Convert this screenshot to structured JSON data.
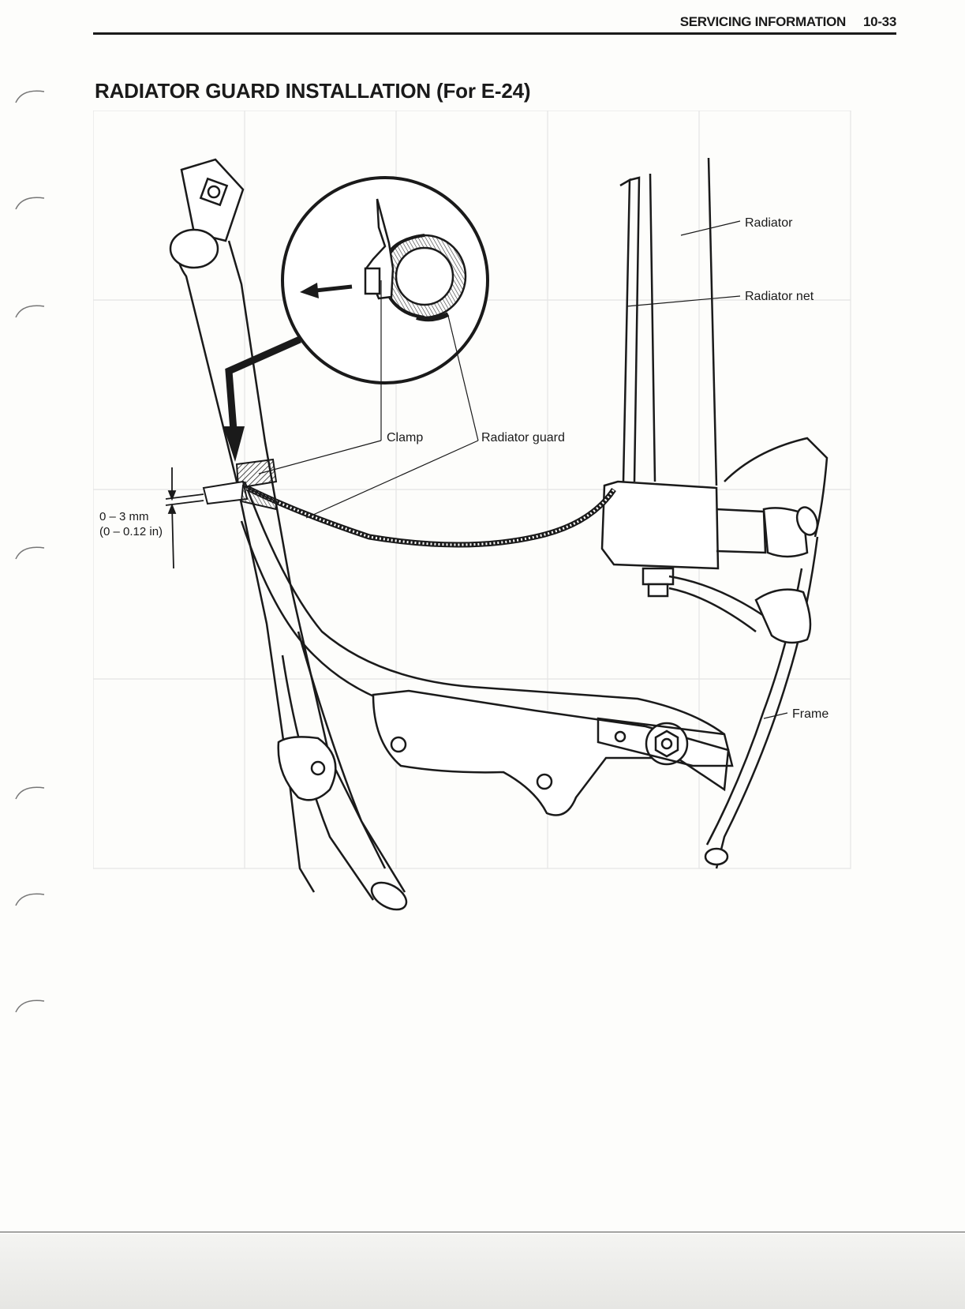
{
  "header": {
    "section": "SERVICING INFORMATION",
    "page_number": "10-33"
  },
  "title": "RADIATOR GUARD INSTALLATION (For E-24)",
  "labels": {
    "radiator": "Radiator",
    "radiator_net": "Radiator net",
    "clamp": "Clamp",
    "radiator_guard": "Radiator guard",
    "gap_mm": "0 – 3 mm",
    "gap_in": "(0 – 0.12 in)",
    "frame": "Frame"
  }
}
